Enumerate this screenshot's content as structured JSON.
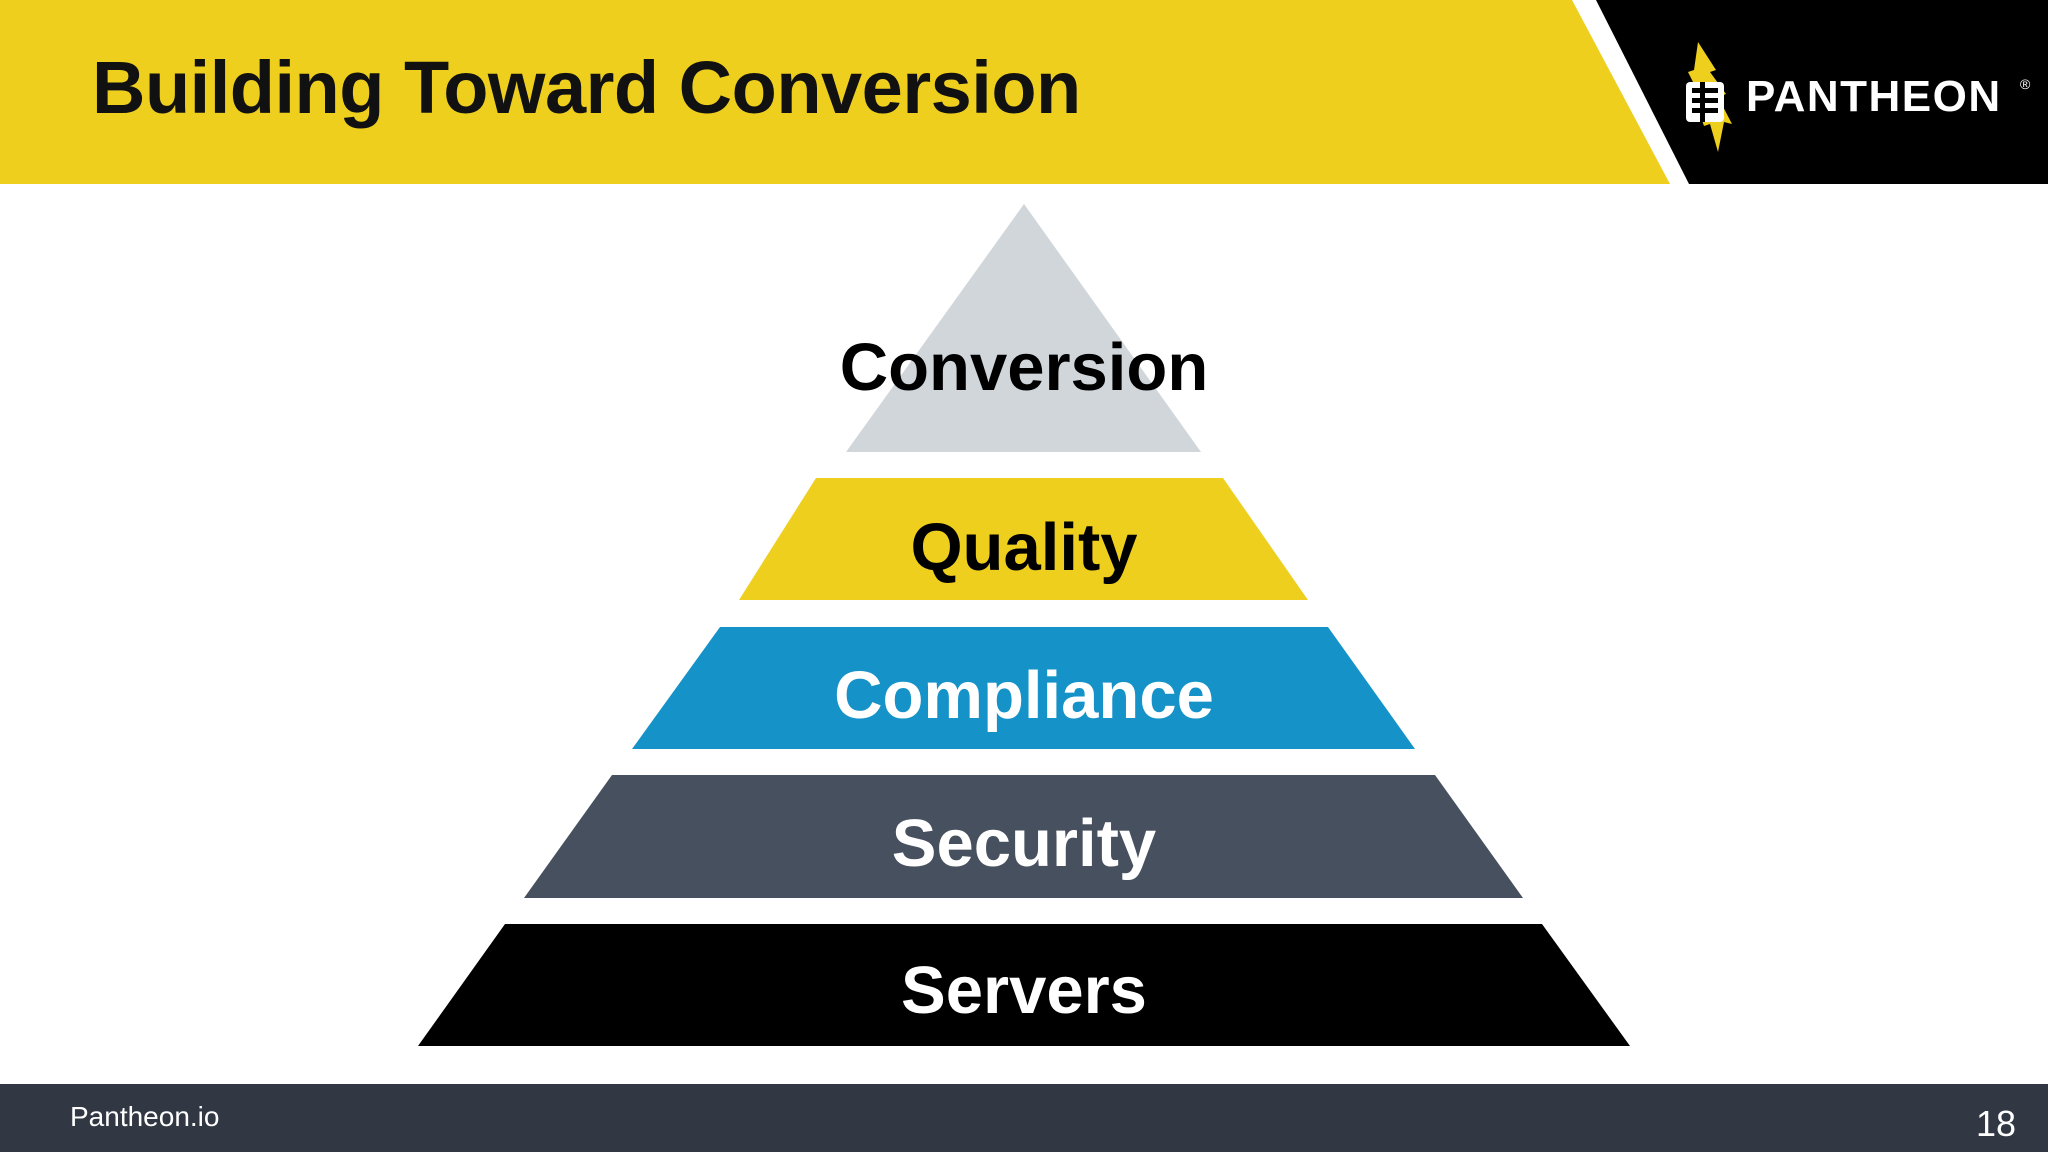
{
  "slide": {
    "title": "Building Toward Conversion",
    "header_color": "#EECF1E",
    "logo_panel_color": "#000000"
  },
  "logo": {
    "icon": "pantheon-lightning-logo-icon",
    "wordmark": "PANTHEON",
    "registered_mark": "®"
  },
  "pyramid": {
    "tiers": [
      {
        "label": "Conversion",
        "fill": "#D1D6DB",
        "text_color": "#000000"
      },
      {
        "label": "Quality",
        "fill": "#EECF1E",
        "text_color": "#000000"
      },
      {
        "label": "Compliance",
        "fill": "#1592C8",
        "text_color": "#FFFFFF"
      },
      {
        "label": "Security",
        "fill": "#46505E",
        "text_color": "#FFFFFF"
      },
      {
        "label": "Servers",
        "fill": "#000000",
        "text_color": "#FFFFFF"
      }
    ]
  },
  "footer": {
    "brand": "Pantheon.io",
    "page_number": "18",
    "color": "#313844"
  }
}
